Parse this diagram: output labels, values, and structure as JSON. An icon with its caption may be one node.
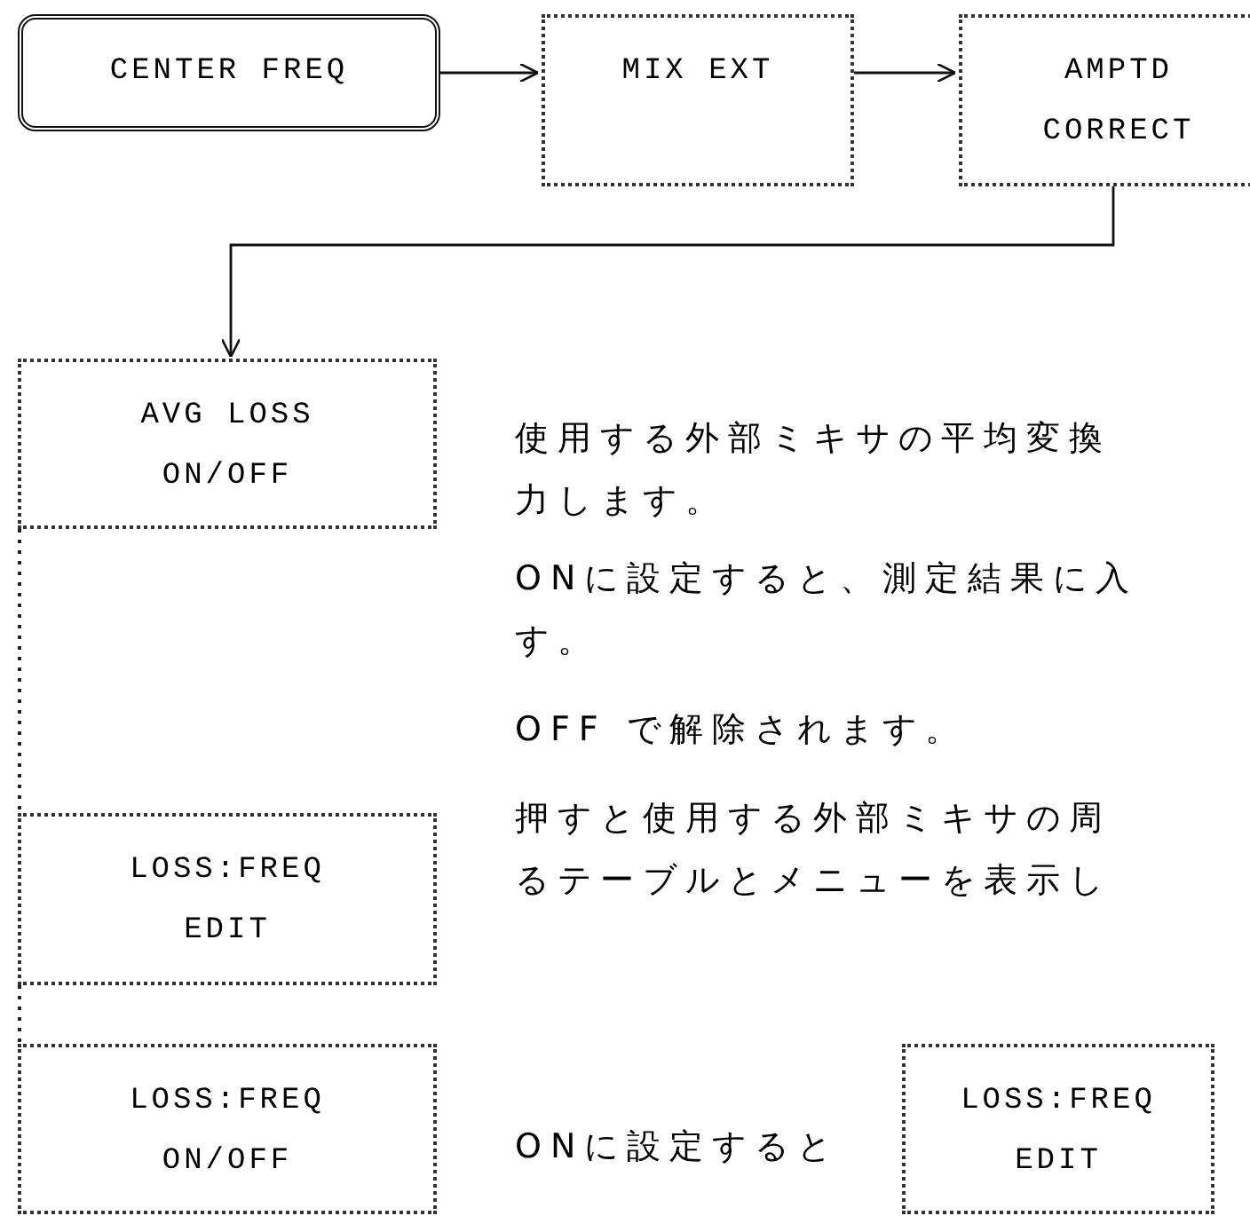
{
  "diagram": {
    "nodes": [
      {
        "text": [
          "CENTER FREQ"
        ]
      },
      {
        "text": [
          "MIX EXT"
        ]
      },
      {
        "text": [
          "AMPTD CORRECT"
        ]
      },
      {
        "text": [
          "AVG LOSS ON/OFF"
        ]
      },
      {
        "text": [
          "LOSS:FREQ EDIT"
        ]
      },
      {
        "text": [
          "LOSS:FREQ ON/OFF"
        ]
      },
      {
        "text": [
          "LOSS:FREQ EDIT"
        ]
      }
    ],
    "edges": [
      {
        "from": 0,
        "to": 1,
        "arrow": "to"
      },
      {
        "from": 1,
        "to": 2,
        "arrow": "to"
      },
      {
        "from": 2,
        "to": 3,
        "arrow": "to"
      }
    ],
    "labels": [
      "使用する外部ミキサの平均変換",
      "力します。",
      "ONに設定すると、測定結果に入",
      "す。",
      "OFF で解除されます。",
      "押すと使用する外部ミキサの周",
      "るテーブルとメニューを表示し",
      "ONに設定すると"
    ]
  }
}
